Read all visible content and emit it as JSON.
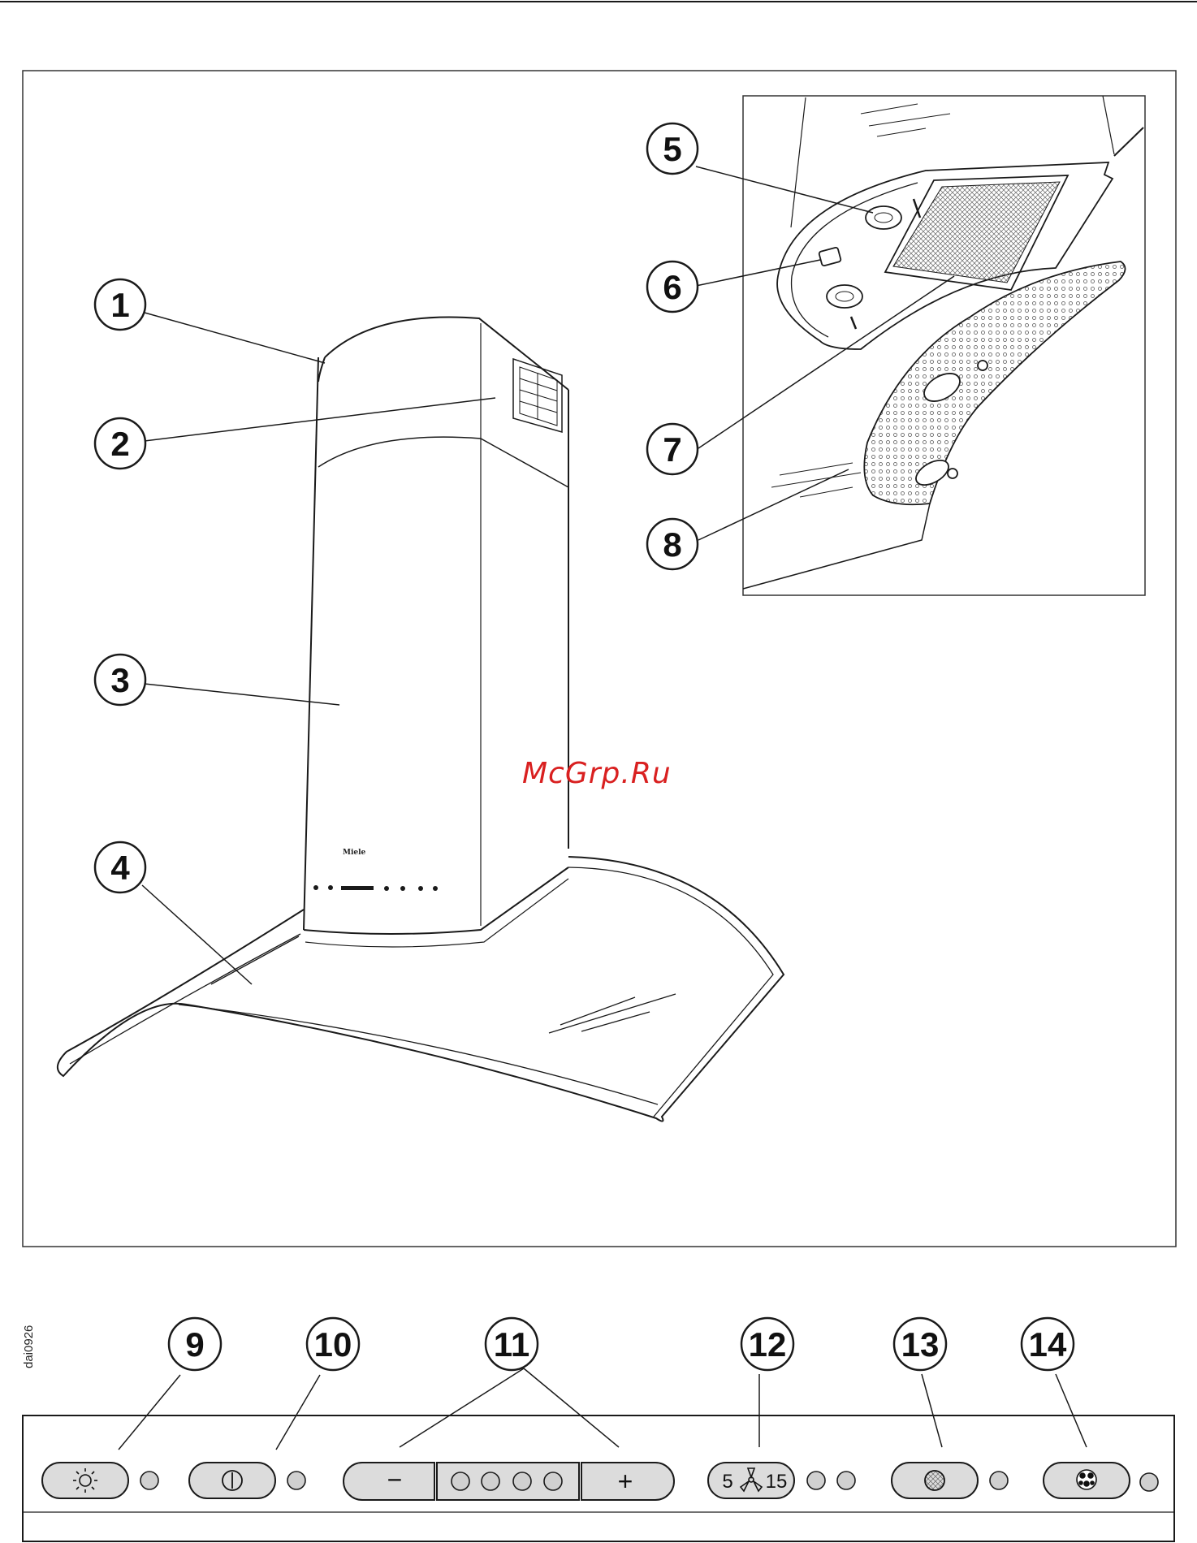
{
  "document_code": "dai0926",
  "watermark": "McGrp.Ru",
  "brand_label": "Miele",
  "callouts": [
    "1",
    "2",
    "3",
    "4",
    "5",
    "6",
    "7",
    "8",
    "9",
    "10",
    "11",
    "12",
    "13",
    "14"
  ],
  "panel": {
    "minus_symbol": "−",
    "plus_symbol": "+",
    "timer_left": "5",
    "timer_right": "15",
    "icons": [
      "light-icon",
      "power-icon",
      "minus-icon",
      "plus-icon",
      "fan-timer-icon",
      "grease-filter-icon",
      "odour-filter-icon"
    ]
  },
  "colors": {
    "line": "#1a1a1a",
    "button_fill": "#dcdcdc",
    "led_fill": "#d0d0d0",
    "watermark": "#d92020"
  }
}
